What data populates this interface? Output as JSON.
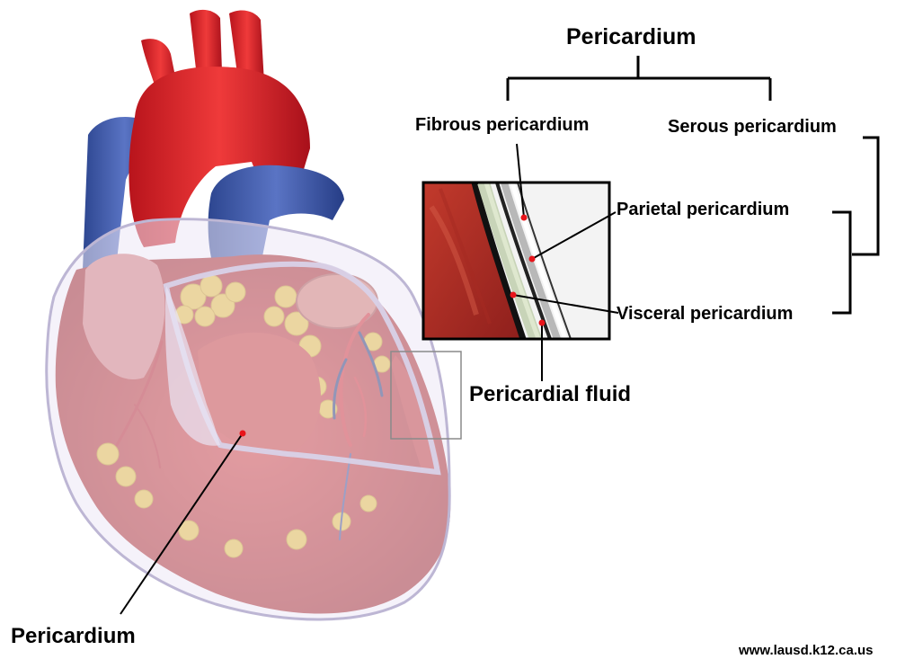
{
  "diagram": {
    "hierarchy_title": "Pericardium",
    "fibrous_label": "Fibrous pericardium",
    "serous_label": "Serous pericardium",
    "parietal_label": "Parietal pericardium",
    "visceral_label": "Visceral pericardium",
    "fluid_label": "Pericardial fluid",
    "sac_label": "Pericardium",
    "source_credit": "www.lausd.k12.ca.us"
  },
  "colors": {
    "muscle_red": "#c8332e",
    "artery_red": "#d9262a",
    "vein_blue": "#3d57a8",
    "fat_yellow": "#e9c23a",
    "sac_overlay": "#e8e4f2",
    "marker_red": "#e8141a"
  }
}
